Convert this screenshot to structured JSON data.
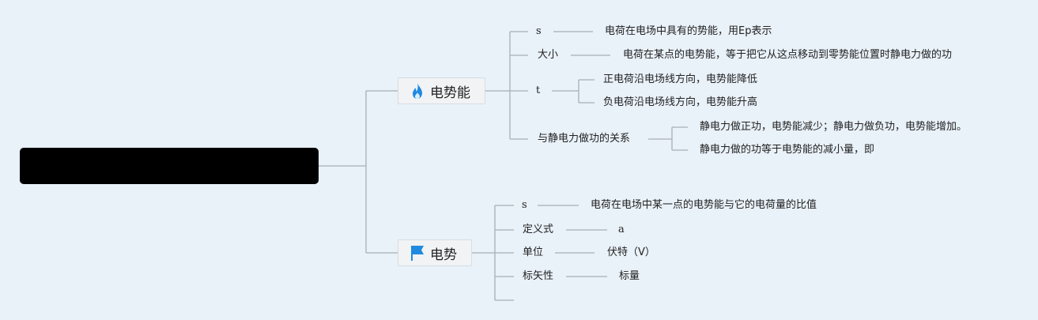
{
  "branch1": {
    "label": "电势能",
    "icon": "flame-icon",
    "children": [
      {
        "label": "s",
        "desc": "电荷在电场中具有的势能，用Ep表示"
      },
      {
        "label": "大小",
        "desc": "电荷在某点的电势能，等于把它从这点移动到零势能位置时静电力做的功"
      },
      {
        "label": "t",
        "items": [
          "正电荷沿电场线方向，电势能降低",
          "负电荷沿电场线方向，电势能升高"
        ]
      },
      {
        "label": "与静电力做功的关系",
        "items": [
          "静电力做正功，电势能减少；静电力做负功，电势能增加。",
          "静电力做的功等于电势能的减小量，即"
        ]
      }
    ]
  },
  "branch2": {
    "label": "电势",
    "icon": "flag-icon",
    "children": [
      {
        "label": "s",
        "desc": "电荷在电场中某一点的电势能与它的电荷量的比值"
      },
      {
        "label": "定义式",
        "desc": "a"
      },
      {
        "label": "单位",
        "desc": "伏特（V）"
      },
      {
        "label": "标矢性",
        "desc": "标量"
      }
    ]
  },
  "colors": {
    "background": "#e9f1f9",
    "line": "#a9afb5",
    "flame": "#1f8ae0",
    "flag": "#1f8ae0"
  }
}
